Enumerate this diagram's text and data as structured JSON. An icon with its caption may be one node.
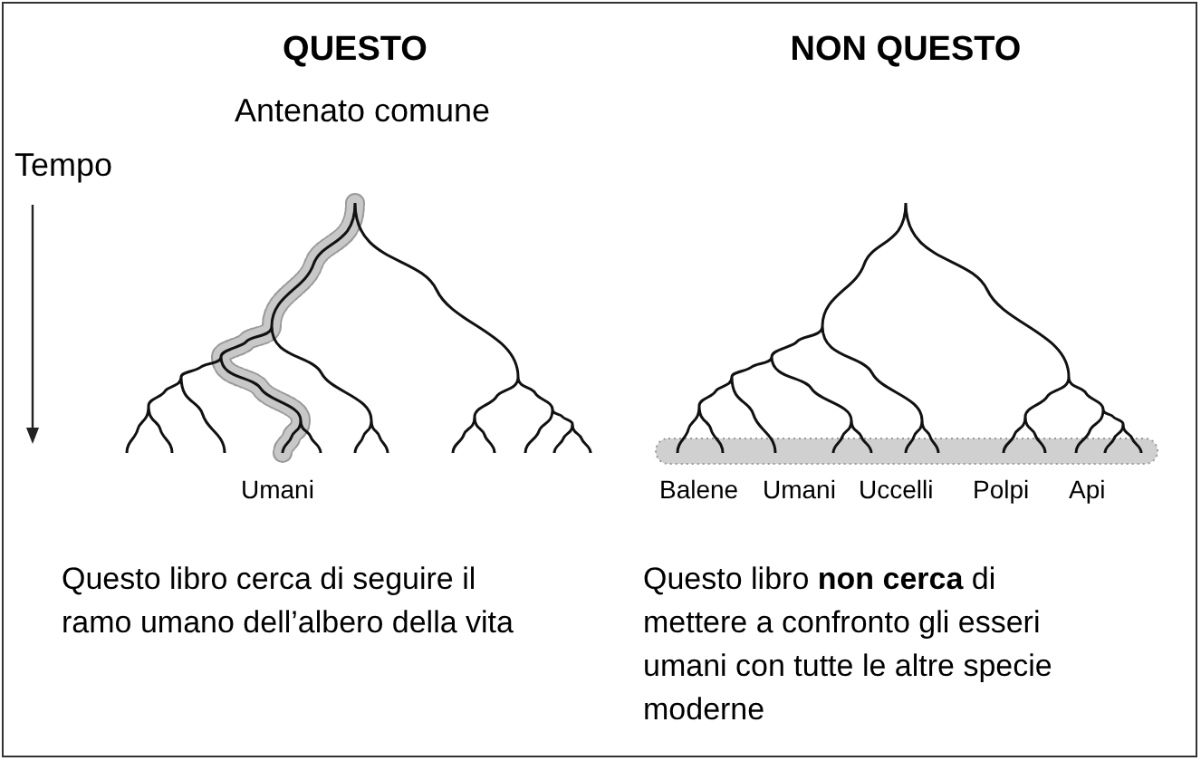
{
  "diagram": {
    "labels": [
      "QUESTO",
      "NON QUESTO",
      "Tempo",
      "Antenato comune",
      "Umani",
      "Balene",
      "Umani",
      "Uccelli",
      "Polpi",
      "Api",
      "Questo libro cerca di seguire il ramo umano dell’albero della vita",
      "Questo libro **non cerca** di mettere a confronto gli esseri umani con tutte le altre specie moderne"
    ]
  }
}
